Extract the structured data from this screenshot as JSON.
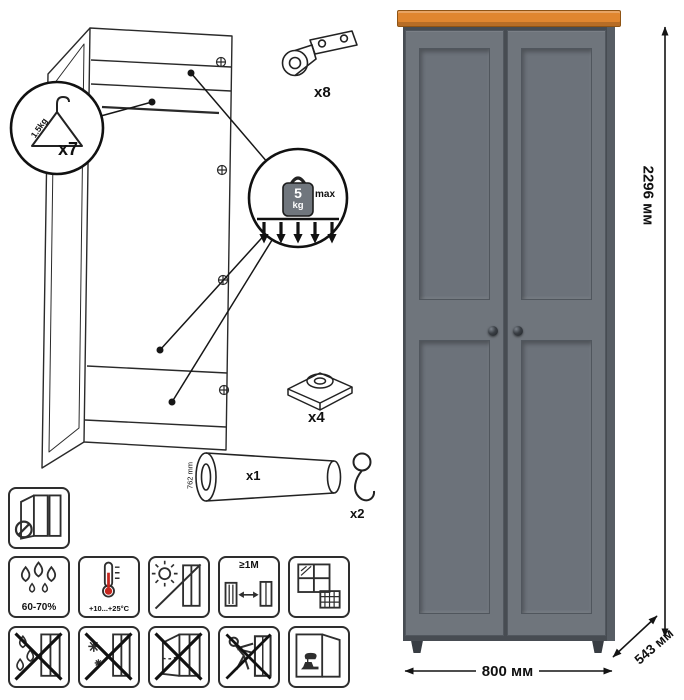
{
  "callouts": {
    "hanger": {
      "count": "x7",
      "capacity": "1.5kg"
    },
    "load": {
      "value": "5",
      "unit": "kg",
      "qualifier": "max"
    },
    "hinges": {
      "count": "x8"
    },
    "feet": {
      "count": "x4"
    },
    "rod": {
      "count": "x1",
      "length": "762 mm"
    },
    "hooks": {
      "count": "x2"
    }
  },
  "dimensions": {
    "height": "2296 мм",
    "width": "800 мм",
    "depth": "543 мм"
  },
  "care": {
    "humidity": "60-70%",
    "temperature": "+10...+25°C",
    "distance": "≥1M"
  },
  "colors": {
    "top_orange": "#e0862f",
    "wardrobe_gray": "#6f757c",
    "wardrobe_gray_dark": "#575d64",
    "wardrobe_panel": "#6c727a",
    "line_dark": "#232323",
    "knob": "#2b2f34"
  }
}
